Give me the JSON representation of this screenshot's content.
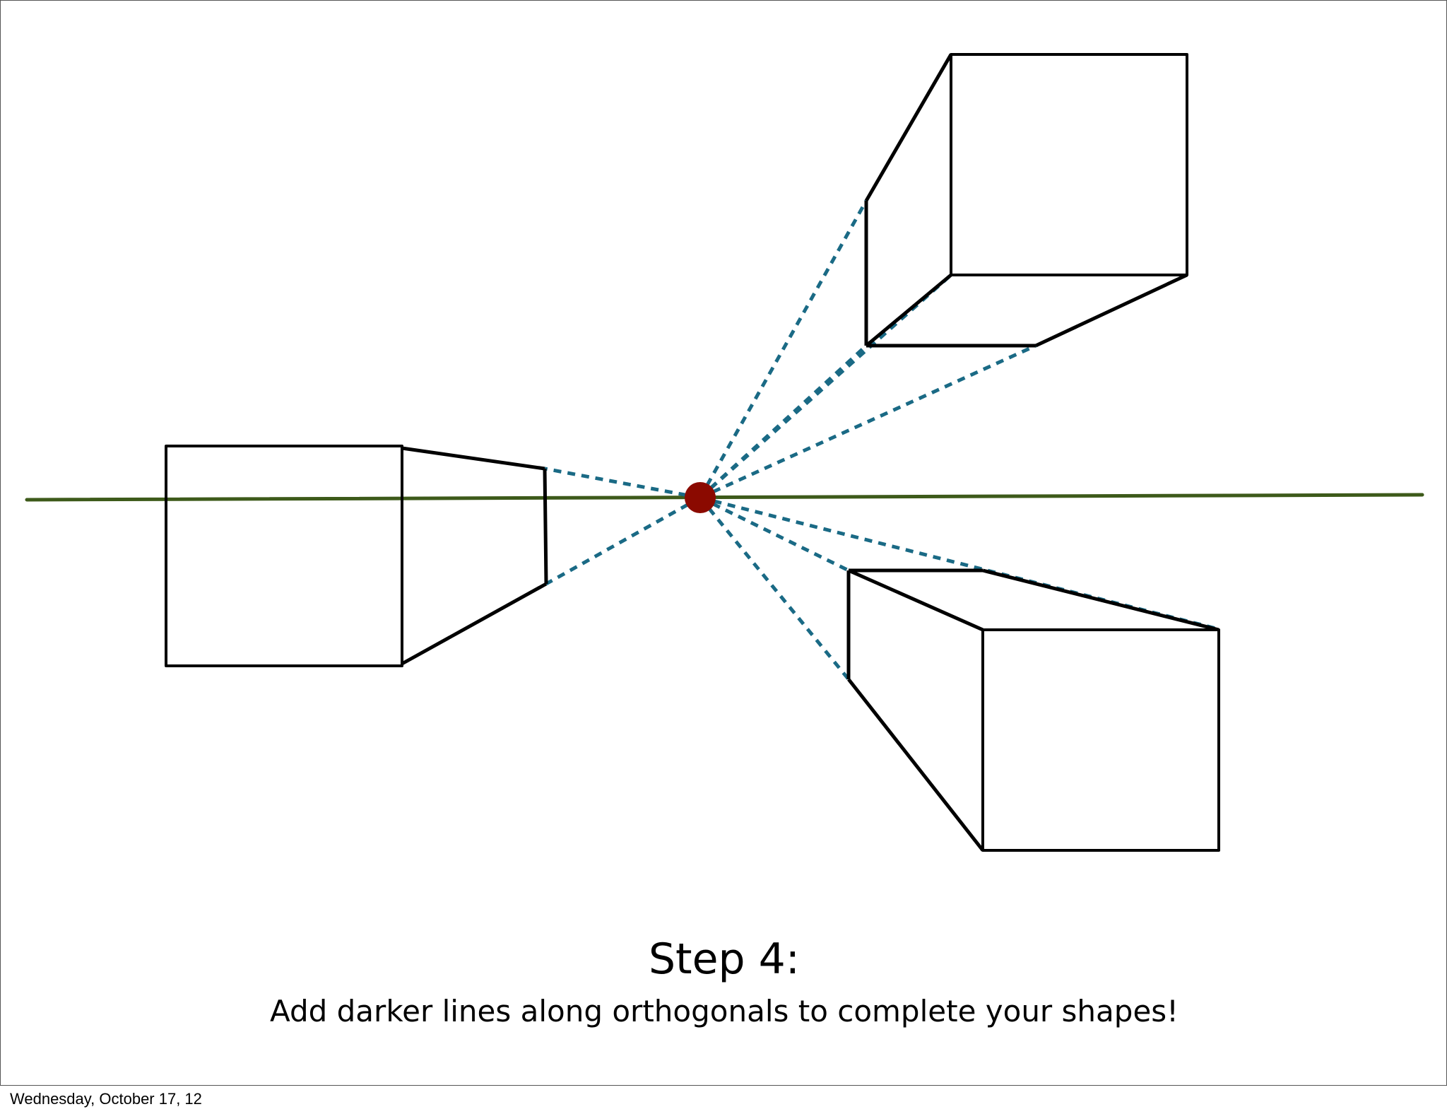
{
  "slide": {
    "title": "Step 4:",
    "subtitle": "Add darker lines along orthogonals to complete your shapes!",
    "footer_date": "Wednesday, October 17, 12"
  },
  "colors": {
    "horizon_line": "#3d5a1a",
    "orthogonal_dashes": "#1a6a85",
    "vanishing_point": "#8b0a00",
    "box_outline": "#000000"
  },
  "elements": {
    "horizon": "horizon-line",
    "vanishing_point": "vanishing-point",
    "boxes": [
      "box-left",
      "box-top-right",
      "box-bottom-right"
    ]
  }
}
